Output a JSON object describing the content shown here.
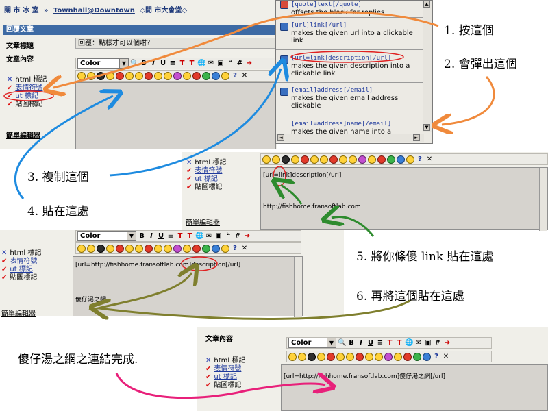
{
  "breadcrumb": {
    "item1": "闊 市 冰 室",
    "sep1": "»",
    "item2": "Townhall@Downtown",
    "item3": "◇閒 市大會堂◇"
  },
  "reply_form": {
    "header": "回覆文章",
    "subject_label": "文章標題",
    "subject_value": "回覆：點樣才可以個咁？",
    "content_label": "文章內容",
    "color_select": "Color",
    "side_items": {
      "html": "html 標記",
      "emoticons": "表情符號",
      "ut": "ut 標記",
      "image": "貼圖標記"
    },
    "simple_editor": "簡單編輯器"
  },
  "help_popup": {
    "items": [
      {
        "code": "[quote]text[/quote]",
        "desc": "offsets the block for replies"
      },
      {
        "code": "[url]link[/url]",
        "desc": "makes the given url into a clickable link"
      },
      {
        "code": "[url=link]description[/url]",
        "desc": "makes the given description into a clickable link"
      },
      {
        "code": "[email]address[/email]",
        "desc": "makes the given email address clickable"
      },
      {
        "code": "[email=address]name[/email]",
        "desc": "makes the given name into a"
      }
    ]
  },
  "panel3": {
    "editor_line1": "[url=link]description[/url]",
    "editor_line2": "http://fishhome.fransoftlab.com",
    "side_items": {
      "html": "html 標記",
      "emoticons": "表情符號",
      "ut": "ut 標記",
      "image": "貼圖標記"
    },
    "simple_editor": "簡單編輯器"
  },
  "panel4": {
    "color_select": "Color",
    "editor_line1": "[url=http://fishhome.fransoftlab.com]description[/url]",
    "editor_line2": "傻仔湯之網",
    "side_items": {
      "html": "html 標記",
      "emoticons": "表情符號",
      "ut": "ut 標記",
      "image": "貼圖標記"
    },
    "simple_editor": "簡單編輯器"
  },
  "panel5": {
    "content_label": "文章內容",
    "color_select": "Color",
    "editor_line1": "[url=http://fishhome.fransoftlab.com]傻仔湯之網[/url]",
    "side_items": {
      "html": "html 標記",
      "emoticons": "表情符號",
      "ut": "ut 標記",
      "image": "貼圖標記"
    }
  },
  "annotations": {
    "step1": "1. 按這個",
    "step2": "2. 會彈出這個",
    "step3": "3. 複制這個",
    "step4": "4. 貼在這處",
    "step5": "5. 將你條傻 link 貼在這處",
    "step6": "6. 再將這個貼在這處",
    "done": "傻仔湯之網之連結完成."
  },
  "colors": {
    "arrow_orange": "#f08a3c",
    "arrow_blue": "#1e8be0",
    "arrow_green": "#2e8b2e",
    "arrow_olive": "#7f7f2e",
    "arrow_magenta": "#e8207a",
    "highlight_circle": "#e02020",
    "annotation_text": "#1a2e9a",
    "header_bar": "#3d6aa4"
  }
}
